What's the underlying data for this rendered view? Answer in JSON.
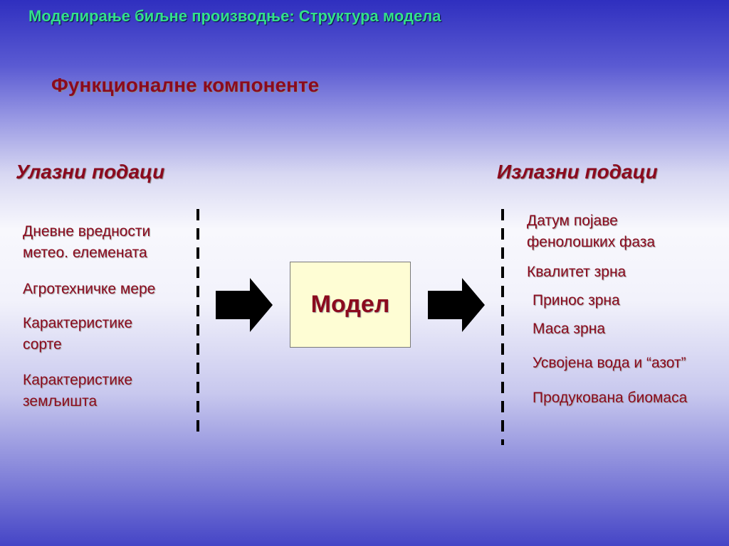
{
  "slide": {
    "title": "Моделирање биљне производње: Структура модела",
    "subtitle": "Функционалне компоненте"
  },
  "inputs": {
    "heading": "Улазни подаци",
    "items": [
      {
        "line1": "Дневне вредности",
        "line2": "метео. елемената"
      },
      {
        "line1": "Агротехничке мере",
        "line2": ""
      },
      {
        "line1": "Карактеристике",
        "line2": "сорте"
      },
      {
        "line1": "Карактеристике",
        "line2": "земљишта"
      }
    ]
  },
  "model": {
    "label": "Модел"
  },
  "outputs": {
    "heading": "Излазни подаци",
    "items": [
      {
        "line1": "Датум појаве",
        "line2": "фенолошких фаза"
      },
      {
        "line1": "Квалитет зрна",
        "line2": ""
      },
      {
        "line1": "Принос зрна",
        "line2": ""
      },
      {
        "line1": "Маса зрна",
        "line2": ""
      },
      {
        "line1": "Усвојена вода и “азот”",
        "line2": ""
      },
      {
        "line1": "Продукована биомаса",
        "line2": ""
      }
    ]
  },
  "colors": {
    "title_text": "#33e08a",
    "heading_text": "#8b0a1e",
    "model_box_fill": "#fefdd4",
    "arrow_fill": "#000000"
  }
}
